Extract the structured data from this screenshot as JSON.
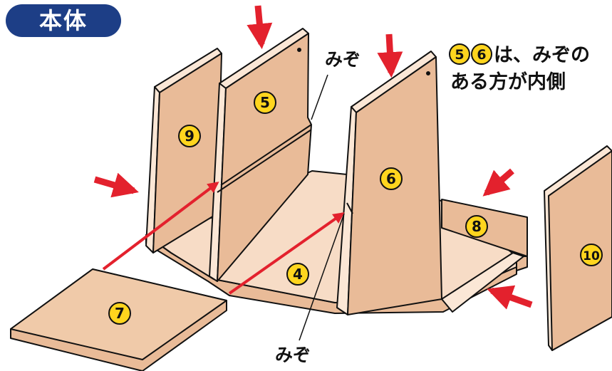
{
  "title": "本体",
  "labels": {
    "groove_top": "みぞ",
    "groove_bottom": "みぞ",
    "note_prefix": "は、みぞの",
    "note_line2": "ある方が内側"
  },
  "parts": [
    {
      "id": "p4",
      "number": "4"
    },
    {
      "id": "p5",
      "number": "5"
    },
    {
      "id": "p6",
      "number": "6"
    },
    {
      "id": "p7",
      "number": "7"
    },
    {
      "id": "p8",
      "number": "8"
    },
    {
      "id": "p9",
      "number": "9"
    },
    {
      "id": "p10",
      "number": "10"
    }
  ],
  "note_numbers": [
    "5",
    "6"
  ],
  "colors": {
    "panel_face": "#e9bb98",
    "panel_light": "#f7dcc6",
    "panel_edge": "#fbe7d6",
    "outline": "#111111",
    "arrow": "#e3212d",
    "marker_fill": "#ffd51e",
    "badge": "#1d3e86"
  }
}
